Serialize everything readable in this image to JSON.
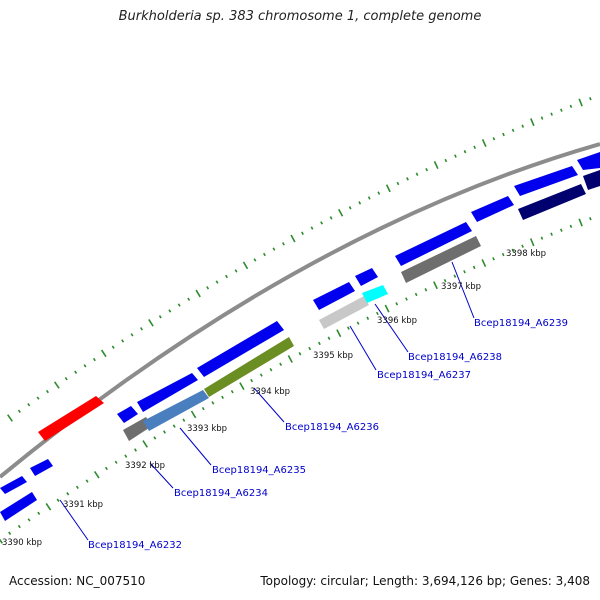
{
  "title": "Burkholderia sp. 383 chromosome 1, complete genome",
  "accession": "Accession: NC_007510",
  "summary": "Topology: circular; Length: 3,694,126 bp; Genes: 3,408",
  "colors": {
    "backbone": "#8c8c8c",
    "ticks": "#2e8b2e",
    "cds_forward": "#0000ee",
    "rna_red": "#ff0000",
    "olive": "#6b8e23",
    "gray": "#6e6e6e",
    "light_gray": "#c8c8c8",
    "cyan": "#00ffff",
    "navy": "#00006e",
    "steel": "#4a7fbf",
    "label_link": "#0000cc"
  },
  "kbp_labels": [
    "3390 kbp",
    "3391 kbp",
    "3392 kbp",
    "3393 kbp",
    "3394 kbp",
    "3395 kbp",
    "3396 kbp",
    "3397 kbp",
    "3398 kbp"
  ],
  "gene_labels": [
    "Bcep18194_A6232",
    "Bcep18194_A6234",
    "Bcep18194_A6235",
    "Bcep18194_A6236",
    "Bcep18194_A6237",
    "Bcep18194_A6238",
    "Bcep18194_A6239"
  ]
}
